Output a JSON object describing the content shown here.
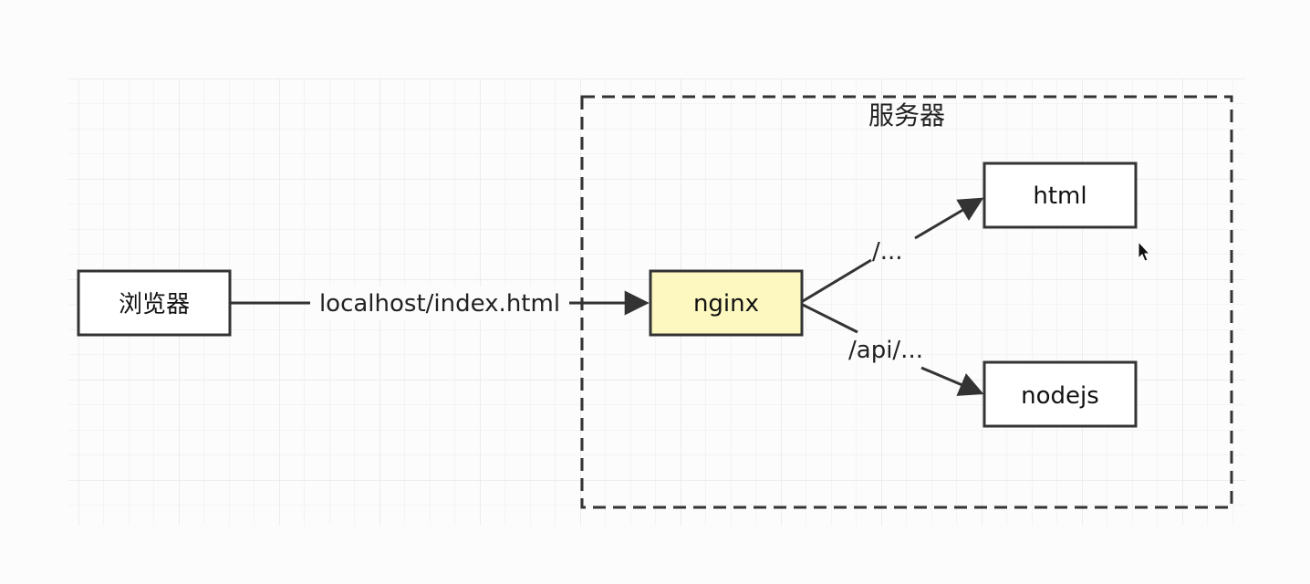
{
  "nodes": {
    "browser": {
      "label": "浏览器"
    },
    "nginx": {
      "label": "nginx"
    },
    "html": {
      "label": "html"
    },
    "nodejs": {
      "label": "nodejs"
    }
  },
  "group": {
    "label": "服务器"
  },
  "edges": {
    "browser_to_nginx": {
      "label": "localhost/index.html"
    },
    "nginx_to_html": {
      "label": "/..."
    },
    "nginx_to_nodejs": {
      "label": "/api/..."
    }
  },
  "colors": {
    "nginx_fill": "#fdf8c0",
    "box_stroke": "#333333",
    "line": "#333333",
    "grid": "#e9e9e9"
  }
}
